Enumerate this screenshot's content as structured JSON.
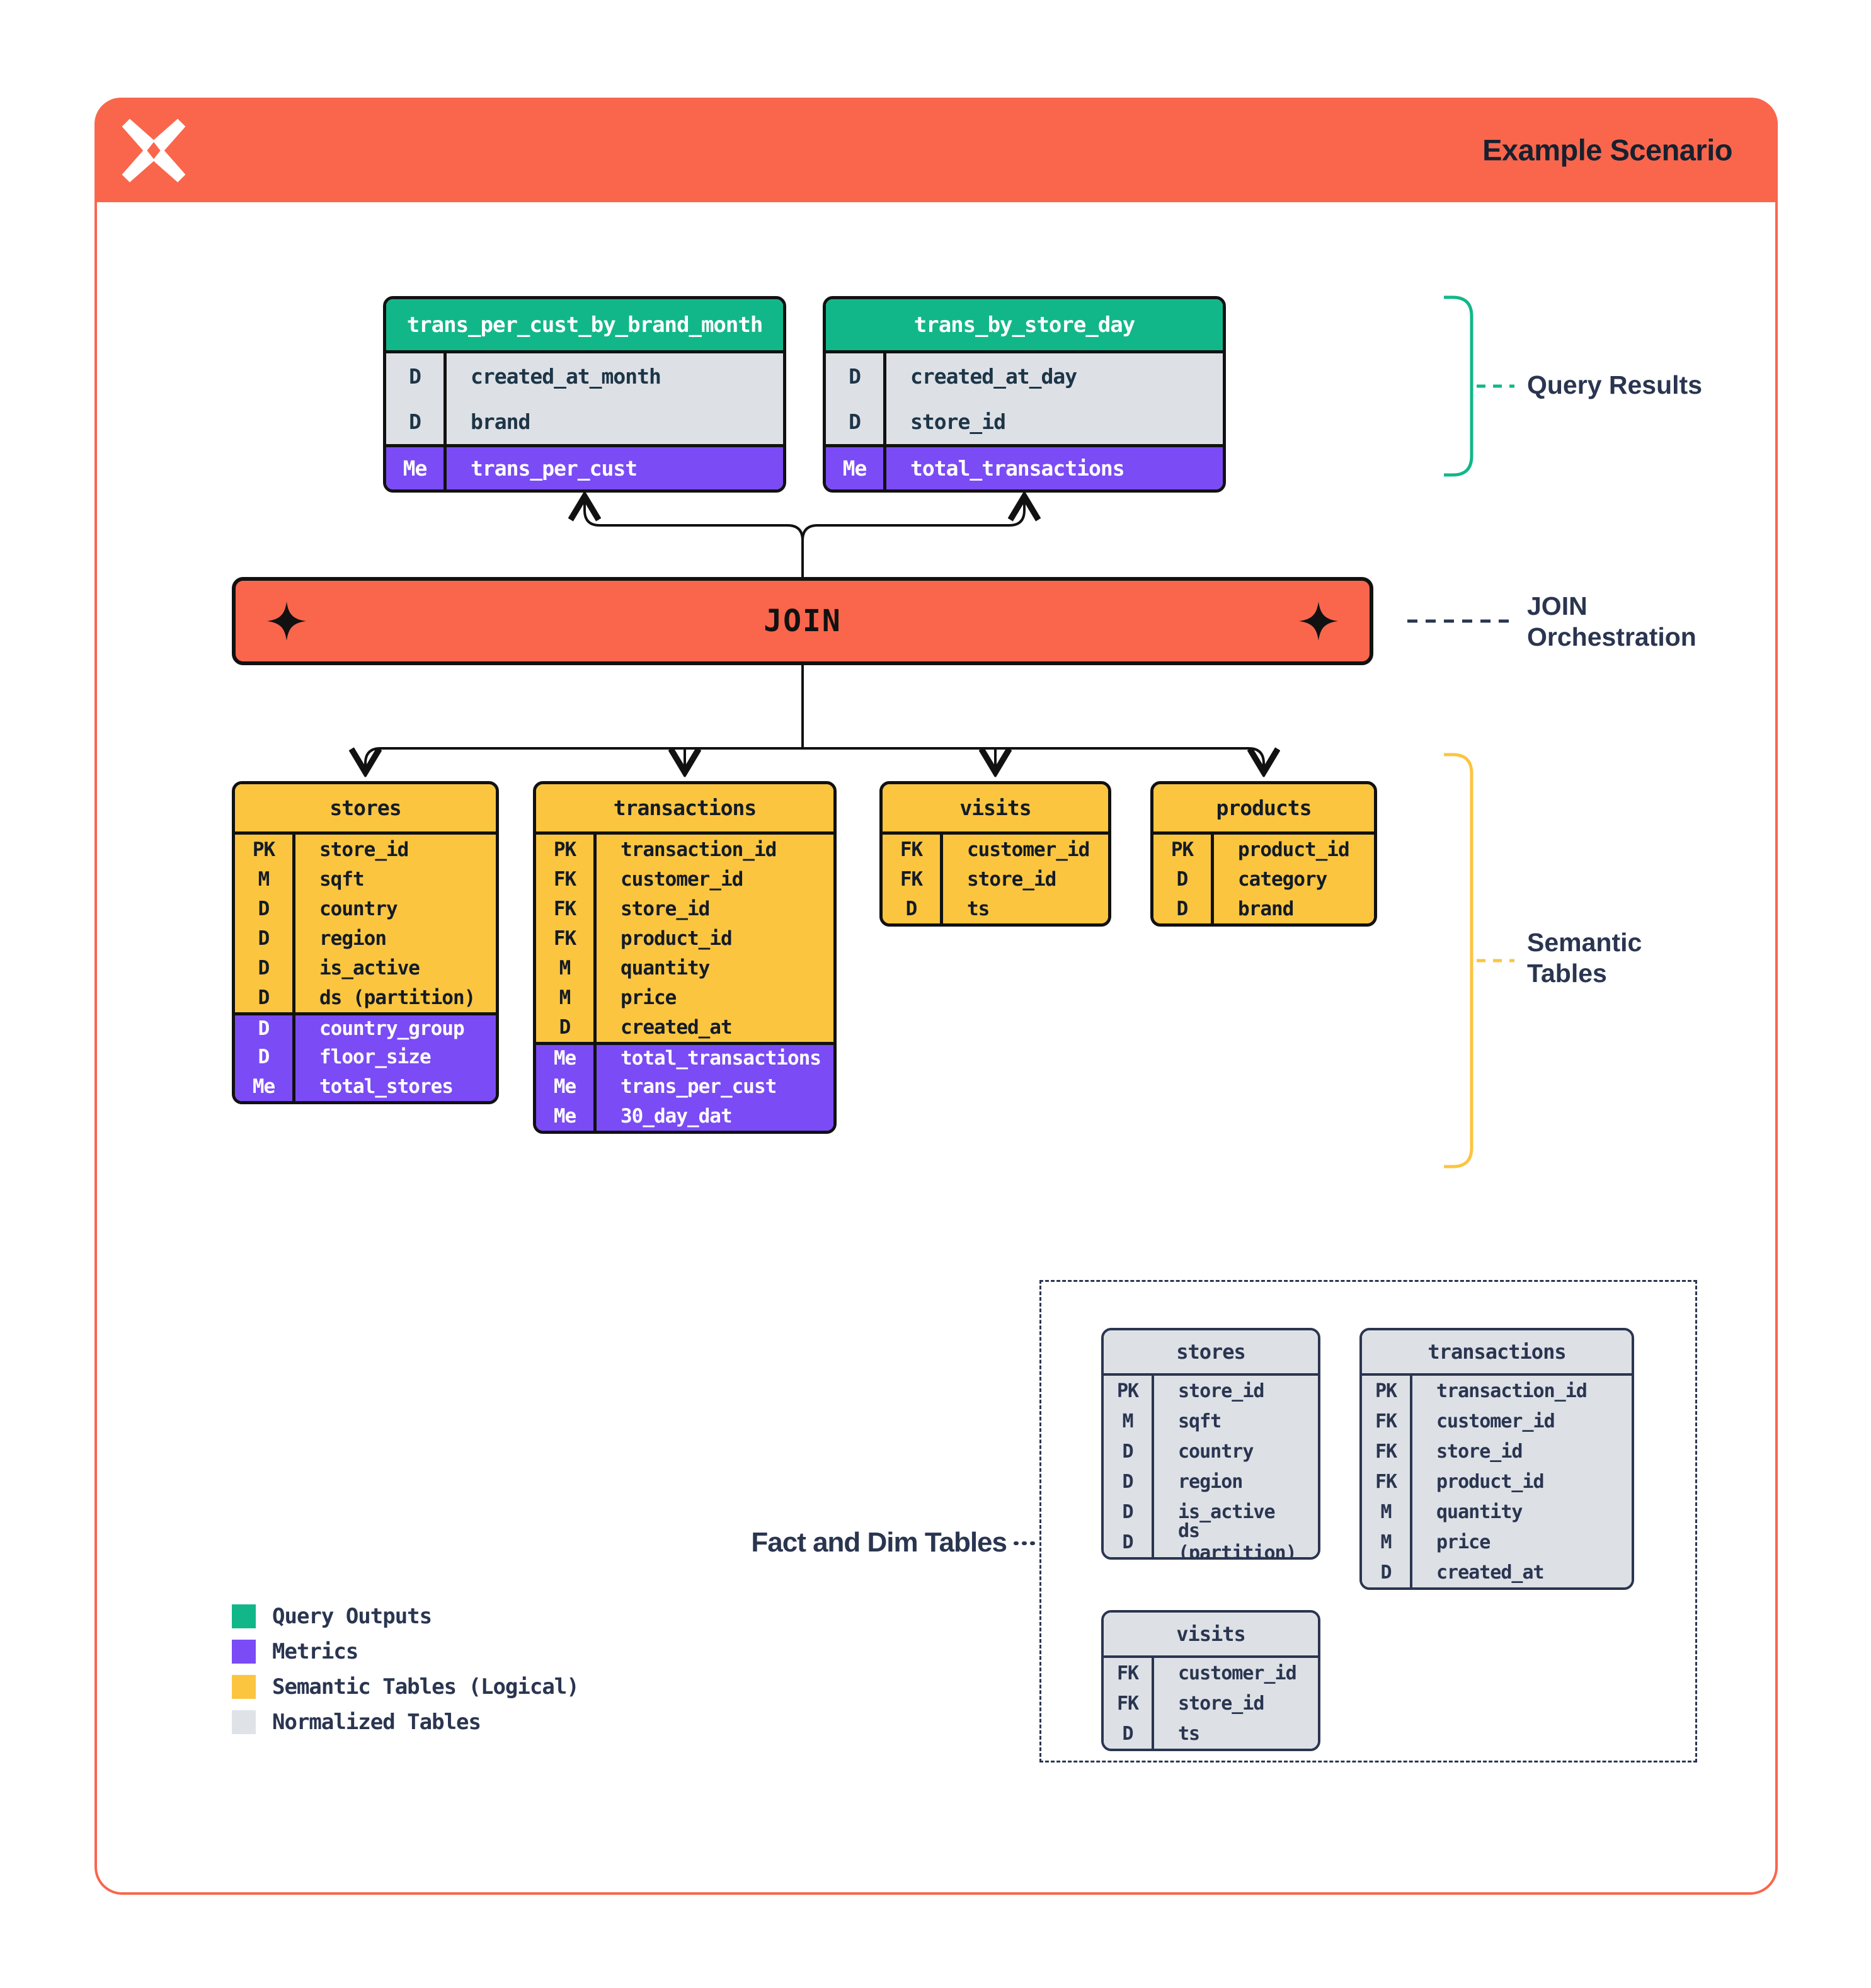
{
  "header": {
    "title": "Example Scenario",
    "logo_icon": "sparkle-x-logo"
  },
  "colors": {
    "orange": "#F9664C",
    "green": "#12B789",
    "purple": "#7B4BF5",
    "yellow": "#FBC540",
    "normalized_gray": "#DDE1E6",
    "navy": "#2A3550",
    "line": "#111111"
  },
  "join": {
    "label": "JOIN",
    "left_icon": "four-point-star-icon",
    "right_icon": "four-point-star-icon"
  },
  "annotations": {
    "query_results": "Query Results",
    "join_orchestration_line1": "JOIN",
    "join_orchestration_line2": "Orchestration",
    "semantic_tables_line1": "Semantic",
    "semantic_tables_line2": "Tables",
    "fact_dim": "Fact and Dim Tables"
  },
  "query_tables": [
    {
      "title": "trans_per_cust_by_brand_month",
      "style": "query",
      "rows": [
        {
          "key": "D",
          "field": "created_at_month",
          "metric": false
        },
        {
          "key": "D",
          "field": "brand",
          "metric": false
        },
        {
          "key": "Me",
          "field": "trans_per_cust",
          "metric": true
        }
      ]
    },
    {
      "title": "trans_by_store_day",
      "style": "query",
      "rows": [
        {
          "key": "D",
          "field": "created_at_day",
          "metric": false
        },
        {
          "key": "D",
          "field": "store_id",
          "metric": false
        },
        {
          "key": "Me",
          "field": "total_transactions",
          "metric": true
        }
      ]
    }
  ],
  "semantic_tables": [
    {
      "title": "stores",
      "style": "semantic",
      "rows": [
        {
          "key": "PK",
          "field": "store_id",
          "metric": false
        },
        {
          "key": "M",
          "field": "sqft",
          "metric": false
        },
        {
          "key": "D",
          "field": "country",
          "metric": false
        },
        {
          "key": "D",
          "field": "region",
          "metric": false
        },
        {
          "key": "D",
          "field": "is_active",
          "metric": false
        },
        {
          "key": "D",
          "field": "ds (partition)",
          "metric": false
        },
        {
          "key": "D",
          "field": "country_group",
          "metric": true
        },
        {
          "key": "D",
          "field": "floor_size",
          "metric": true
        },
        {
          "key": "Me",
          "field": "total_stores",
          "metric": true
        }
      ]
    },
    {
      "title": "transactions",
      "style": "semantic",
      "rows": [
        {
          "key": "PK",
          "field": "transaction_id",
          "metric": false
        },
        {
          "key": "FK",
          "field": "customer_id",
          "metric": false
        },
        {
          "key": "FK",
          "field": "store_id",
          "metric": false
        },
        {
          "key": "FK",
          "field": "product_id",
          "metric": false
        },
        {
          "key": "M",
          "field": "quantity",
          "metric": false
        },
        {
          "key": "M",
          "field": "price",
          "metric": false
        },
        {
          "key": "D",
          "field": "created_at",
          "metric": false
        },
        {
          "key": "Me",
          "field": "total_transactions",
          "metric": true
        },
        {
          "key": "Me",
          "field": "trans_per_cust",
          "metric": true
        },
        {
          "key": "Me",
          "field": "30_day_dat",
          "metric": true
        }
      ]
    },
    {
      "title": "visits",
      "style": "semantic",
      "rows": [
        {
          "key": "FK",
          "field": "customer_id",
          "metric": false
        },
        {
          "key": "FK",
          "field": "store_id",
          "metric": false
        },
        {
          "key": "D",
          "field": "ts",
          "metric": false
        }
      ]
    },
    {
      "title": "products",
      "style": "semantic",
      "rows": [
        {
          "key": "PK",
          "field": "product_id",
          "metric": false
        },
        {
          "key": "D",
          "field": "category",
          "metric": false
        },
        {
          "key": "D",
          "field": "brand",
          "metric": false
        }
      ]
    }
  ],
  "normalized_tables": [
    {
      "title": "stores",
      "style": "normalized",
      "rows": [
        {
          "key": "PK",
          "field": "store_id",
          "metric": false
        },
        {
          "key": "M",
          "field": "sqft",
          "metric": false
        },
        {
          "key": "D",
          "field": "country",
          "metric": false
        },
        {
          "key": "D",
          "field": "region",
          "metric": false
        },
        {
          "key": "D",
          "field": "is_active",
          "metric": false
        },
        {
          "key": "D",
          "field": "ds (partition)",
          "metric": false
        }
      ]
    },
    {
      "title": "transactions",
      "style": "normalized",
      "rows": [
        {
          "key": "PK",
          "field": "transaction_id",
          "metric": false
        },
        {
          "key": "FK",
          "field": "customer_id",
          "metric": false
        },
        {
          "key": "FK",
          "field": "store_id",
          "metric": false
        },
        {
          "key": "FK",
          "field": "product_id",
          "metric": false
        },
        {
          "key": "M",
          "field": "quantity",
          "metric": false
        },
        {
          "key": "M",
          "field": "price",
          "metric": false
        },
        {
          "key": "D",
          "field": "created_at",
          "metric": false
        }
      ]
    },
    {
      "title": "visits",
      "style": "normalized",
      "rows": [
        {
          "key": "FK",
          "field": "customer_id",
          "metric": false
        },
        {
          "key": "FK",
          "field": "store_id",
          "metric": false
        },
        {
          "key": "D",
          "field": "ts",
          "metric": false
        }
      ]
    }
  ],
  "legend": {
    "items": [
      {
        "label": "Query Outputs",
        "swatch": "#12B789"
      },
      {
        "label": "Metrics",
        "swatch": "#7B4BF5"
      },
      {
        "label": "Semantic Tables (Logical)",
        "swatch": "#FBC540"
      },
      {
        "label": "Normalized Tables",
        "swatch": "#DFE3E8"
      }
    ]
  }
}
